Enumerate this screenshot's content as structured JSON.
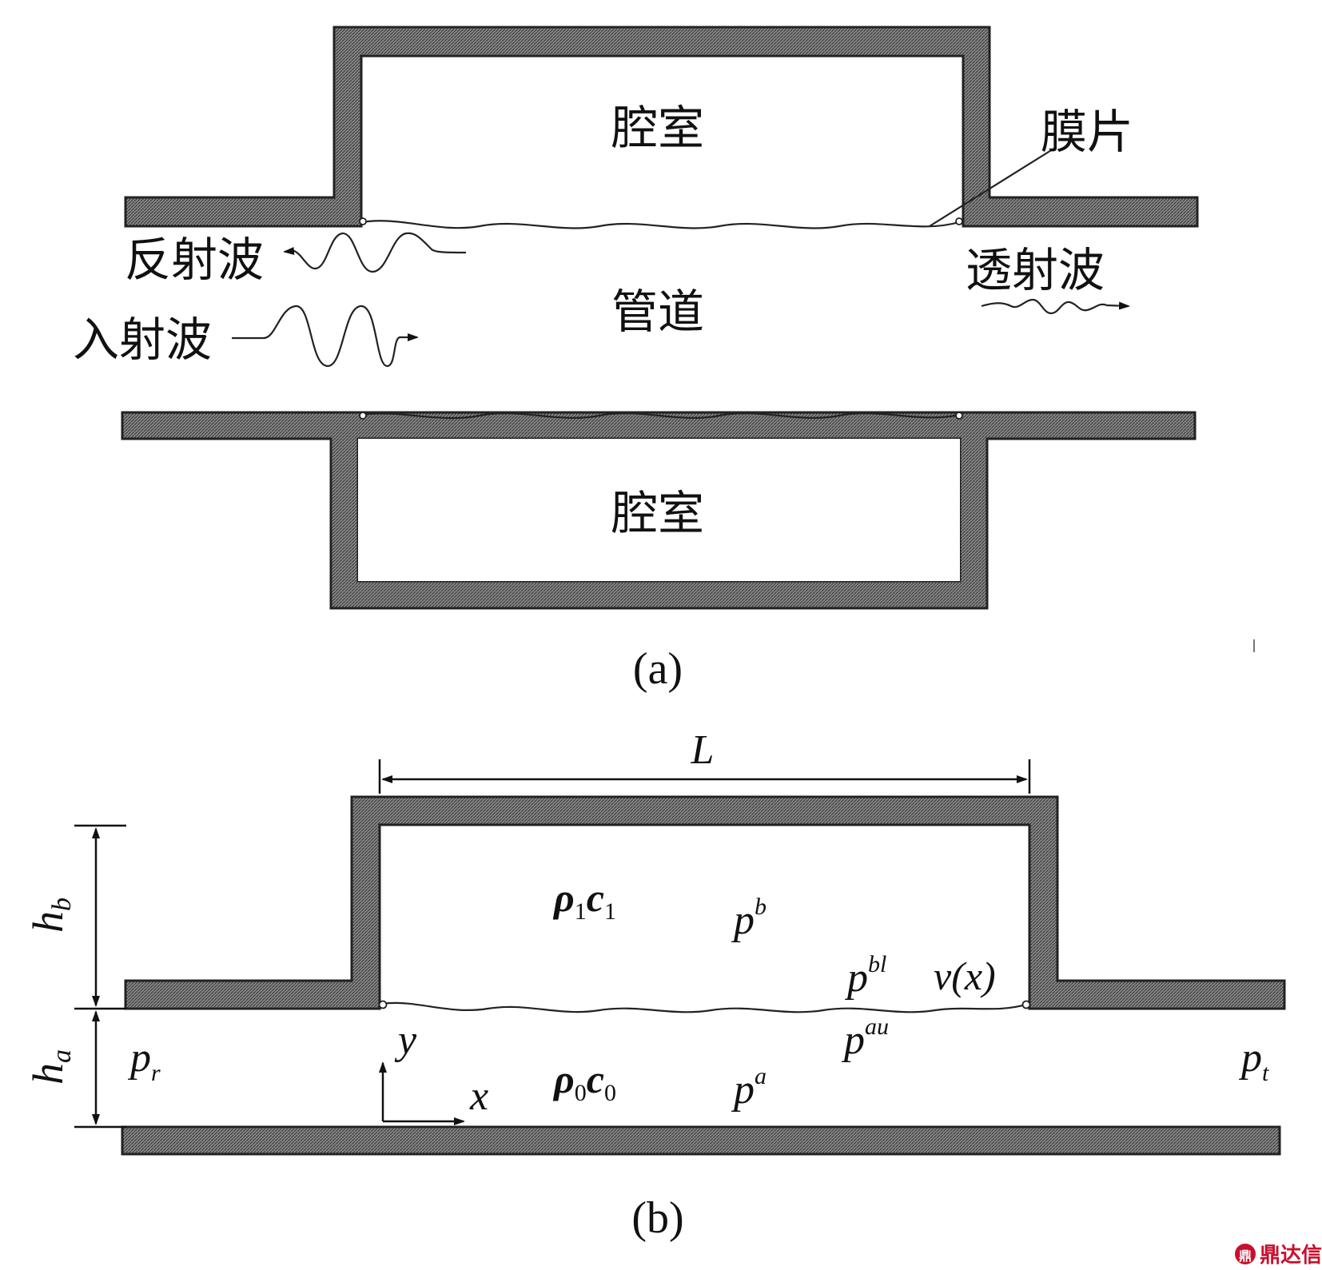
{
  "figure_a": {
    "label_chamber_top": "腔室",
    "label_chamber_bottom": "腔室",
    "label_membrane": "膜片",
    "label_pipe": "管道",
    "label_reflected": "反射波",
    "label_incident": "入射波",
    "label_transmitted": "透射波",
    "caption": "(a)"
  },
  "figure_b": {
    "dim_L": "L",
    "hb_main": "h",
    "hb_sub": "b",
    "ha_main": "h",
    "ha_sub": "a",
    "rho1_main": "ρ",
    "rho1_sub": "1",
    "c1_main": "c",
    "c1_sub": "1",
    "rho0_main": "ρ",
    "rho0_sub": "0",
    "c0_main": "c",
    "c0_sub": "0",
    "pb_main": "p",
    "pb_sup": "b",
    "pbl_main": "p",
    "pbl_sup": "bl",
    "pau_main": "p",
    "pau_sup": "au",
    "pa_main": "p",
    "pa_sup": "a",
    "vx": "v(x)",
    "pr_main": "p",
    "pr_sub": "r",
    "pt_main": "p",
    "pt_sub": "t",
    "axis_x": "x",
    "axis_y": "y",
    "caption": "(b)"
  },
  "watermark": {
    "icon_text": "鼎",
    "text": "鼎达信"
  }
}
